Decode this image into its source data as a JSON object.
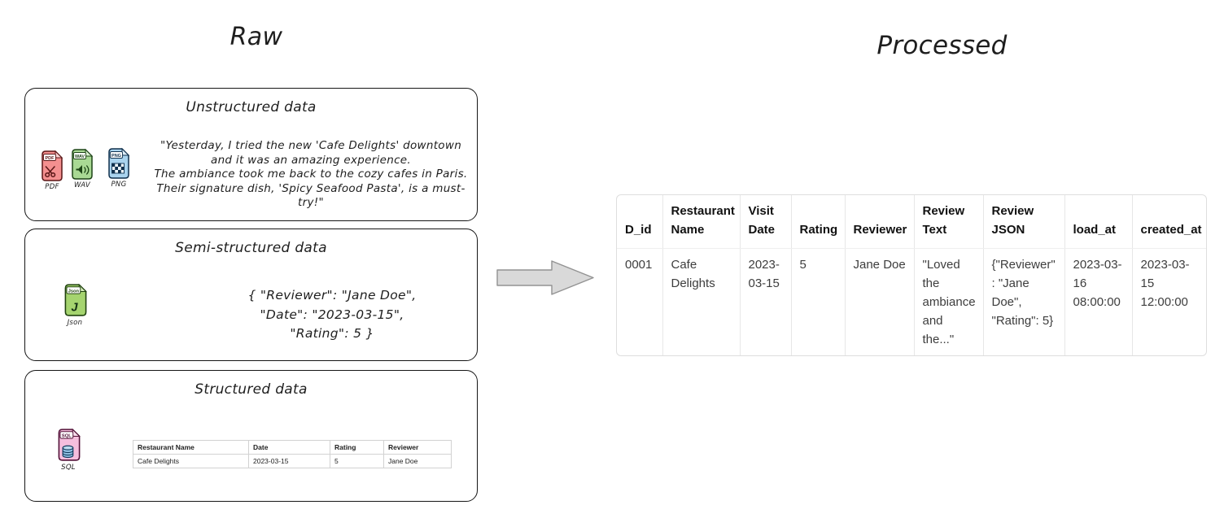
{
  "titles": {
    "raw": "Raw",
    "processed": "Processed"
  },
  "unstructured": {
    "title": "Unstructured data",
    "icons": [
      {
        "name": "pdf-file-icon",
        "badge": "PDF",
        "label": "PDF",
        "color": "#f49090"
      },
      {
        "name": "wav-file-icon",
        "badge": "WAV",
        "label": "WAV",
        "color": "#a9d994"
      },
      {
        "name": "png-file-icon",
        "badge": "PNG",
        "label": "PNG",
        "color": "#a9d3ee"
      }
    ],
    "quote_lines": [
      "\"Yesterday, I tried the new 'Cafe Delights' downtown",
      "and it was an amazing experience.",
      "The ambiance took me back to the cozy cafes in Paris.",
      "Their signature dish, 'Spicy Seafood Pasta', is a must-try!\""
    ]
  },
  "semi_structured": {
    "title": "Semi-structured data",
    "icon": {
      "name": "json-file-icon",
      "badge": "Json",
      "label": "Json",
      "color": "#a5d46f"
    },
    "json_lines": [
      "{  \"Reviewer\": \"Jane Doe\",",
      "\"Date\": \"2023-03-15\",",
      "\"Rating\": 5   }"
    ]
  },
  "structured": {
    "title": "Structured data",
    "icon": {
      "name": "sql-file-icon",
      "badge": "SQL",
      "label": "SQL",
      "color": "#f5bedd"
    },
    "table": {
      "headers": [
        "Restaurant Name",
        "Date",
        "Rating",
        "Reviewer"
      ],
      "row": [
        "Cafe Delights",
        "2023-03-15",
        "5",
        "Jane Doe"
      ]
    }
  },
  "arrow": {
    "name": "flow-arrow-icon",
    "color": "#d9d9d9"
  },
  "processed_table": {
    "headers": [
      "D_id",
      "Restaurant Name",
      "Visit Date",
      "Rating",
      "Reviewer",
      "Review Text",
      "Review JSON",
      "load_at",
      "created_at"
    ],
    "row": [
      "0001",
      "Cafe Delights",
      "2023-03-15",
      "5",
      "Jane Doe",
      "\"Loved the ambiance and the...\"",
      "{\"Reviewer\": \"Jane Doe\", \"Rating\": 5}",
      "2023-03-16 08:00:00",
      "2023-03-15 12:00:00"
    ]
  }
}
